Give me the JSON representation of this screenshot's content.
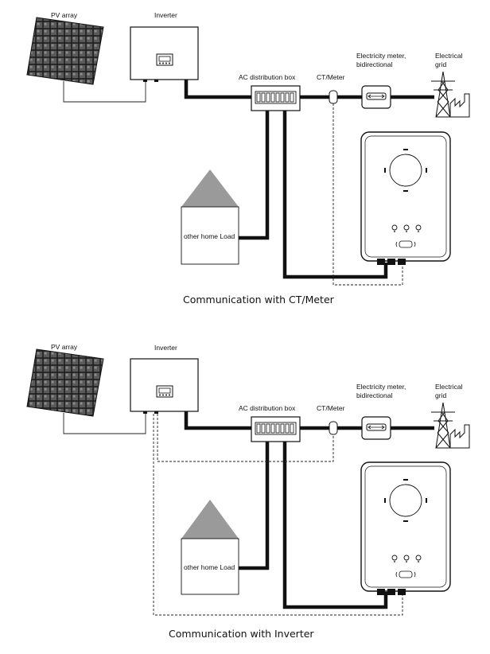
{
  "diagrams": [
    {
      "labels": {
        "pv_array": "PV array",
        "inverter": "Inverter",
        "ac_box": "AC distribution box",
        "ct_meter": "CT/Meter",
        "meter_line1": "Electricity meter,",
        "meter_line2": "bidirectional",
        "grid_line1": "Electrical",
        "grid_line2": "grid",
        "load": "other home Load"
      },
      "caption": "Communication with CT/Meter"
    },
    {
      "labels": {
        "pv_array": "PV array",
        "inverter": "Inverter",
        "ac_box": "AC distribution box",
        "ct_meter": "CT/Meter",
        "meter_line1": "Electricity meter,",
        "meter_line2": "bidirectional",
        "grid_line1": "Electrical",
        "grid_line2": "grid",
        "load": "other home Load"
      },
      "caption": "Communication with Inverter"
    }
  ]
}
